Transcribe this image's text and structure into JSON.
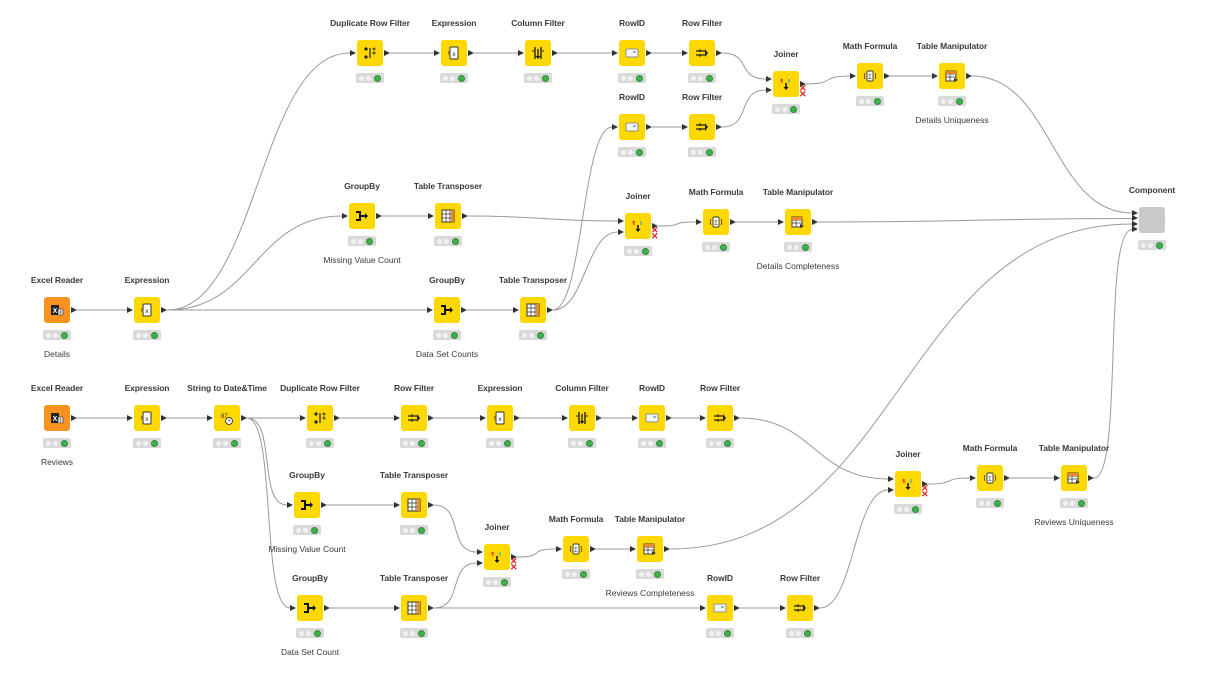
{
  "workflow": {
    "nodes": [
      {
        "id": "n1",
        "title": "Duplicate Row Filter",
        "type": "manipulator",
        "icon": "duplicate-row-filter-icon",
        "label": "",
        "status": "executed"
      },
      {
        "id": "n2",
        "title": "Expression",
        "type": "manipulator",
        "icon": "expression-icon",
        "label": "",
        "status": "executed"
      },
      {
        "id": "n3",
        "title": "Column Filter",
        "type": "manipulator",
        "icon": "column-filter-icon",
        "label": "",
        "status": "executed"
      },
      {
        "id": "n4",
        "title": "RowID",
        "type": "manipulator",
        "icon": "rowid-icon",
        "label": "",
        "status": "executed"
      },
      {
        "id": "n5",
        "title": "Row Filter",
        "type": "manipulator",
        "icon": "row-filter-icon",
        "label": "",
        "status": "executed"
      },
      {
        "id": "n6",
        "title": "Joiner",
        "type": "manipulator",
        "icon": "joiner-icon",
        "label": "",
        "status": "executed"
      },
      {
        "id": "n7",
        "title": "Math Formula",
        "type": "manipulator",
        "icon": "math-formula-icon",
        "label": "",
        "status": "executed"
      },
      {
        "id": "n8",
        "title": "Table Manipulator",
        "type": "manipulator",
        "icon": "table-manipulator-icon",
        "label": "Details Uniqueness",
        "status": "executed"
      },
      {
        "id": "n9",
        "title": "RowID",
        "type": "manipulator",
        "icon": "rowid-icon",
        "label": "",
        "status": "executed"
      },
      {
        "id": "n10",
        "title": "Row Filter",
        "type": "manipulator",
        "icon": "row-filter-icon",
        "label": "",
        "status": "executed"
      },
      {
        "id": "n11",
        "title": "GroupBy",
        "type": "manipulator",
        "icon": "groupby-icon",
        "label": "Missing Value Count",
        "status": "executed"
      },
      {
        "id": "n12",
        "title": "Table Transposer",
        "type": "manipulator",
        "icon": "table-transposer-icon",
        "label": "",
        "status": "executed"
      },
      {
        "id": "n13",
        "title": "Joiner",
        "type": "manipulator",
        "icon": "joiner-icon",
        "label": "",
        "status": "executed"
      },
      {
        "id": "n14",
        "title": "Math Formula",
        "type": "manipulator",
        "icon": "math-formula-icon",
        "label": "",
        "status": "executed"
      },
      {
        "id": "n15",
        "title": "Table Manipulator",
        "type": "manipulator",
        "icon": "table-manipulator-icon",
        "label": "Details Completeness",
        "status": "executed"
      },
      {
        "id": "n16",
        "title": "Component",
        "type": "component",
        "icon": "component-icon",
        "label": "",
        "status": "executed"
      },
      {
        "id": "n17",
        "title": "Excel Reader",
        "type": "source",
        "icon": "excel-reader-icon",
        "label": "Details",
        "status": "executed"
      },
      {
        "id": "n18",
        "title": "Expression",
        "type": "manipulator",
        "icon": "expression-icon",
        "label": "",
        "status": "executed"
      },
      {
        "id": "n19",
        "title": "GroupBy",
        "type": "manipulator",
        "icon": "groupby-icon",
        "label": "Data Set Counts",
        "status": "executed"
      },
      {
        "id": "n20",
        "title": "Table Transposer",
        "type": "manipulator",
        "icon": "table-transposer-icon",
        "label": "",
        "status": "executed"
      },
      {
        "id": "n21",
        "title": "Excel Reader",
        "type": "source",
        "icon": "excel-reader-icon",
        "label": "Reviews",
        "status": "executed"
      },
      {
        "id": "n22",
        "title": "Expression",
        "type": "manipulator",
        "icon": "expression-icon",
        "label": "",
        "status": "executed"
      },
      {
        "id": "n23",
        "title": "String to Date&Time",
        "type": "manipulator",
        "icon": "string-to-datetime-icon",
        "label": "",
        "status": "executed"
      },
      {
        "id": "n24",
        "title": "Duplicate Row Filter",
        "type": "manipulator",
        "icon": "duplicate-row-filter-icon",
        "label": "",
        "status": "executed"
      },
      {
        "id": "n25",
        "title": "Row Filter",
        "type": "manipulator",
        "icon": "row-filter-icon",
        "label": "",
        "status": "executed"
      },
      {
        "id": "n26",
        "title": "Expression",
        "type": "manipulator",
        "icon": "expression-icon",
        "label": "",
        "status": "executed"
      },
      {
        "id": "n27",
        "title": "Column Filter",
        "type": "manipulator",
        "icon": "column-filter-icon",
        "label": "",
        "status": "executed"
      },
      {
        "id": "n28",
        "title": "RowID",
        "type": "manipulator",
        "icon": "rowid-icon",
        "label": "",
        "status": "executed"
      },
      {
        "id": "n29",
        "title": "Row Filter",
        "type": "manipulator",
        "icon": "row-filter-icon",
        "label": "",
        "status": "executed"
      },
      {
        "id": "n30",
        "title": "Joiner",
        "type": "manipulator",
        "icon": "joiner-icon",
        "label": "",
        "status": "executed"
      },
      {
        "id": "n31",
        "title": "Math Formula",
        "type": "manipulator",
        "icon": "math-formula-icon",
        "label": "",
        "status": "executed"
      },
      {
        "id": "n32",
        "title": "Table Manipulator",
        "type": "manipulator",
        "icon": "table-manipulator-icon",
        "label": "Reviews Uniqueness",
        "status": "executed"
      },
      {
        "id": "n33",
        "title": "GroupBy",
        "type": "manipulator",
        "icon": "groupby-icon",
        "label": "Missing Value Count",
        "status": "executed"
      },
      {
        "id": "n34",
        "title": "Table Transposer",
        "type": "manipulator",
        "icon": "table-transposer-icon",
        "label": "",
        "status": "executed"
      },
      {
        "id": "n35",
        "title": "Joiner",
        "type": "manipulator",
        "icon": "joiner-icon",
        "label": "",
        "status": "executed"
      },
      {
        "id": "n36",
        "title": "Math Formula",
        "type": "manipulator",
        "icon": "math-formula-icon",
        "label": "",
        "status": "executed"
      },
      {
        "id": "n37",
        "title": "Table Manipulator",
        "type": "manipulator",
        "icon": "table-manipulator-icon",
        "label": "Reviews Completeness",
        "status": "executed"
      },
      {
        "id": "n38",
        "title": "GroupBy",
        "type": "manipulator",
        "icon": "groupby-icon",
        "label": "Data Set Count",
        "status": "executed"
      },
      {
        "id": "n39",
        "title": "Table Transposer",
        "type": "manipulator",
        "icon": "table-transposer-icon",
        "label": "",
        "status": "executed"
      },
      {
        "id": "n40",
        "title": "RowID",
        "type": "manipulator",
        "icon": "rowid-icon",
        "label": "",
        "status": "executed"
      },
      {
        "id": "n41",
        "title": "Row Filter",
        "type": "manipulator",
        "icon": "row-filter-icon",
        "label": "",
        "status": "executed"
      }
    ],
    "connections": [
      [
        "n18",
        "n1",
        0
      ],
      [
        "n1",
        "n2",
        0
      ],
      [
        "n2",
        "n3",
        0
      ],
      [
        "n3",
        "n4",
        0
      ],
      [
        "n4",
        "n5",
        0
      ],
      [
        "n5",
        "n6",
        0
      ],
      [
        "n10",
        "n6",
        1
      ],
      [
        "n6",
        "n7",
        0
      ],
      [
        "n7",
        "n8",
        0
      ],
      [
        "n8",
        "n16",
        0
      ],
      [
        "n20",
        "n9",
        0
      ],
      [
        "n9",
        "n10",
        0
      ],
      [
        "n18",
        "n11",
        0
      ],
      [
        "n11",
        "n12",
        0
      ],
      [
        "n12",
        "n13",
        0
      ],
      [
        "n20",
        "n13",
        1
      ],
      [
        "n13",
        "n14",
        0
      ],
      [
        "n14",
        "n15",
        0
      ],
      [
        "n15",
        "n16",
        1
      ],
      [
        "n17",
        "n18",
        0
      ],
      [
        "n18",
        "n19",
        0
      ],
      [
        "n19",
        "n20",
        0
      ],
      [
        "n21",
        "n22",
        0
      ],
      [
        "n22",
        "n23",
        0
      ],
      [
        "n23",
        "n24",
        0
      ],
      [
        "n24",
        "n25",
        0
      ],
      [
        "n25",
        "n26",
        0
      ],
      [
        "n26",
        "n27",
        0
      ],
      [
        "n27",
        "n28",
        0
      ],
      [
        "n28",
        "n29",
        0
      ],
      [
        "n29",
        "n30",
        0
      ],
      [
        "n41",
        "n30",
        1
      ],
      [
        "n30",
        "n31",
        0
      ],
      [
        "n31",
        "n32",
        0
      ],
      [
        "n32",
        "n16",
        3
      ],
      [
        "n23",
        "n33",
        0
      ],
      [
        "n33",
        "n34",
        0
      ],
      [
        "n34",
        "n35",
        0
      ],
      [
        "n39",
        "n35",
        1
      ],
      [
        "n35",
        "n36",
        0
      ],
      [
        "n36",
        "n37",
        0
      ],
      [
        "n37",
        "n16",
        2
      ],
      [
        "n23",
        "n38",
        0
      ],
      [
        "n38",
        "n39",
        0
      ],
      [
        "n39",
        "n40",
        0
      ],
      [
        "n40",
        "n41",
        0
      ]
    ]
  }
}
